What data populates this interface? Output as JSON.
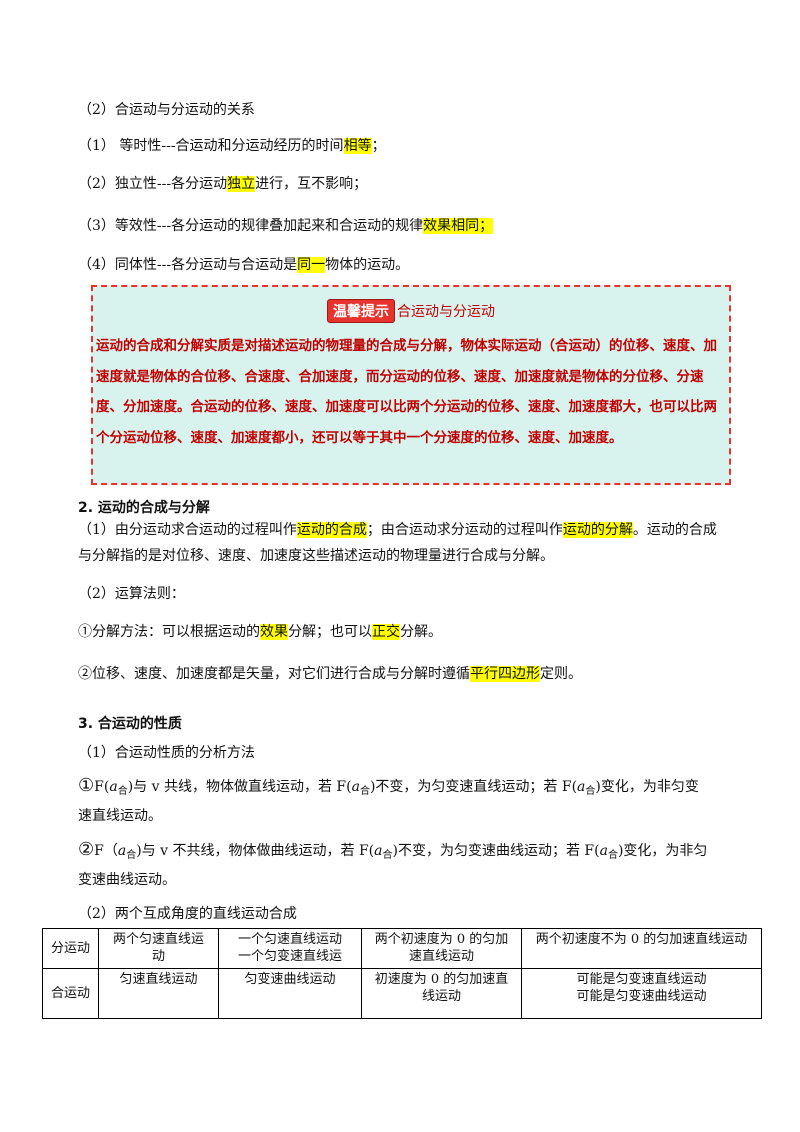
{
  "section_relation": {
    "title": "（2）合运动与分运动的关系",
    "items": [
      {
        "pre": "（1）  等时性---合运动和分运动经历的时间",
        "hl": "相等",
        "post": "；"
      },
      {
        "pre": "（2）独立性---各分运动",
        "hl": "独立",
        "post": "进行，互不影响；"
      },
      {
        "pre": "（3）等效性---各分运动的规律叠加起来和合运动的规律",
        "hl": "效果相同；",
        "post": ""
      },
      {
        "pre": "（4）同体性---各分运动与合运动是",
        "hl": "同一",
        "post": "物体的运动。"
      }
    ]
  },
  "tip": {
    "badge": "温馨提示",
    "title": "合运动与分运动",
    "body": "运动的合成和分解实质是对描述运动的物理量的合成与分解，物体实际运动（合运动）的位移、速度、加速度就是物体的合位移、合速度、合加速度，而分运动的位移、速度、加速度就是物体的分位移、分速度、分加速度。合运动的位移、速度、加速度可以比两个分运动的位移、速度、加速度都大，也可以比两个分运动位移、速度、加速度都小，还可以等于其中一个分速度的位移、速度、加速度。"
  },
  "section2": {
    "heading": "2.   运动的合成与分解",
    "p1_a": "（1）由分运动求合运动的过程叫作",
    "p1_hl1": "运动的合成",
    "p1_b": "；由合运动求分运动的过程叫作",
    "p1_hl2": "运动的分解",
    "p1_c": "。运动的合成",
    "p1_line2": "与分解指的是对位移、速度、加速度这些描述运动的物理量进行合成与分解。",
    "p2": "（2）运算法则：",
    "m1_a": "①分解方法：可以根据运动的",
    "m1_hl1": "效果",
    "m1_b": "分解；也可以",
    "m1_hl2": "正交",
    "m1_c": "分解。",
    "m2_a": "②位移、速度、加速度都是矢量，对它们进行合成与分解时遵循",
    "m2_hl": "平行四边形",
    "m2_b": "定则。"
  },
  "section3": {
    "heading": "3.   合运动的性质",
    "sub1": "（1）合运动性质的分析方法",
    "c1": {
      "num": "①",
      "F": "F(",
      "a": "a",
      "sub": "合",
      "t1": ")与 v 共线，物体做直线运动，若 F(",
      "t2": ")不变，为匀变速直线运动；若 F(",
      "t3": ")变化，为非匀变",
      "line2": "速直线运动。"
    },
    "c2": {
      "num": "②",
      "F": "F（",
      "a": "a",
      "sub": "合",
      "t1": ")与 v 不共线，物体做曲线运动，若 F(",
      "t2": ")不变，为匀变速曲线运动；若 F(",
      "t3": ")变化，为非匀",
      "line2": "变速曲线运动。"
    },
    "sub2": "（2）两个互成角度的直线运动合成"
  },
  "table": {
    "row1_head": "分运动",
    "row2_head": "合运动",
    "cols": [
      {
        "top": [
          "两个匀速直线运",
          "动"
        ],
        "bottom": [
          "匀速直线运动"
        ]
      },
      {
        "top": [
          "一个匀速直线运动",
          "一个匀变速直线运"
        ],
        "bottom": [
          "匀变速曲线运动"
        ]
      },
      {
        "top": [
          "两个初速度为 0 的匀加",
          "速直线运动"
        ],
        "bottom": [
          "初速度为 0 的匀加速直",
          "线运动"
        ]
      },
      {
        "top": [
          "两个初速度不为 0 的匀加速直线运动"
        ],
        "bottom": [
          "可能是匀变速直线运动",
          "可能是匀变速曲线运动"
        ]
      }
    ]
  }
}
